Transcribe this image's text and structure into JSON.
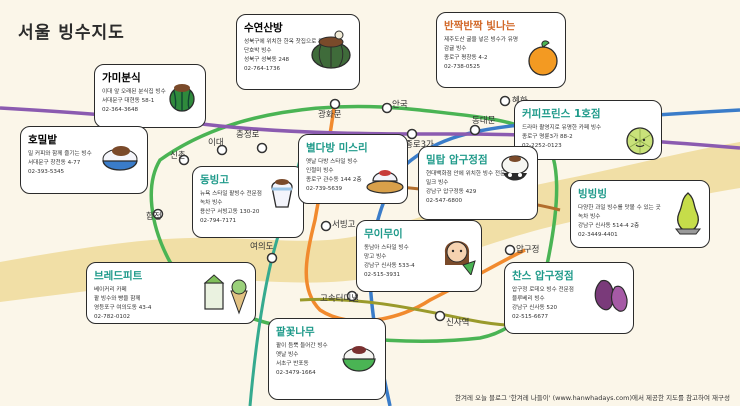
{
  "title": "서울 빙수지도",
  "colors": {
    "river": "#f1dfa6",
    "line_green": "#4ab454",
    "line_orange": "#f18a2e",
    "line_blue": "#3a7cc9",
    "line_purple": "#8b5bb0",
    "line_teal": "#35aa8f",
    "line_brown": "#b26e2c",
    "line_olive": "#9a9a2b",
    "name_teal": "#1f9a8a"
  },
  "stations": {
    "gwanghwamun": "광화문",
    "anguk": "안국",
    "hyehwa": "혜화",
    "dongdaemun": "동대문",
    "jongno3ga": "종로3가",
    "sinchon": "신촌",
    "ewha": "이대",
    "chungjeongno": "충정로",
    "hapjeong": "합정",
    "yeouido": "여의도",
    "seobinggo": "서빙고",
    "apgujeong": "압구정",
    "gosokteomineol": "고속터미널",
    "sinsa": "신사역"
  },
  "shops": [
    {
      "name": "수연산방",
      "lines": [
        "성북구에 위치한 한옥 찻집으로 유명",
        "단호박 빙수",
        "성북구 성북동 248",
        "02-764-1736"
      ],
      "icon": "pumpkin-icon"
    },
    {
      "name": "반짝반짝 빛나는",
      "lines": [
        "제주도산 귤을 넣은 빙수가 유명",
        "감귤 빙수",
        "종로구 평창동 4-2",
        "02-738-0525"
      ],
      "icon": "tangerine-icon"
    },
    {
      "name": "가미분식",
      "lines": [
        "이대 앞 오래된 분식집 빙수",
        "서대문구 대현동 58-1",
        "02-364-3648"
      ],
      "icon": "watermelon-icon"
    },
    {
      "name": "호밀밭",
      "lines": [
        "밀 커피와 함께 즐기는 빙수",
        "서대문구 창천동 4-77",
        "02-393-5345"
      ],
      "icon": "bingsu-bowl-icon"
    },
    {
      "name": "커피프린스 1호점",
      "lines": [
        "드라마 촬영지로 유명한 카페 빙수",
        "종로구 명륜3가 88-2",
        "02-2252-0123"
      ],
      "icon": "melon-icon"
    },
    {
      "name": "동빙고",
      "lines": [
        "뉴욕 스타일 팥빙수 전문점",
        "녹차 빙수",
        "용산구 서빙고동 130-20",
        "02-794-7171"
      ],
      "icon": "shaved-ice-icon"
    },
    {
      "name": "별다방 미스리",
      "lines": [
        "옛날 다방 스타일 빙수",
        "인절미 빙수",
        "종로구 관수동 144 2층",
        "02-739-5639"
      ],
      "icon": "bingsu-plate-icon"
    },
    {
      "name": "밀탑 압구정점",
      "lines": [
        "현대백화점 안에 위치한 빙수 전문점",
        "밀크 빙수",
        "강남구 압구정동 429",
        "02-547-6800"
      ],
      "icon": "milk-bingsu-icon"
    },
    {
      "name": "빙빙빙",
      "lines": [
        "다양한 과일 빙수를 맛볼 수 있는 곳",
        "녹차 빙수",
        "강남구 신사동 514-4 2층",
        "02-3449-4401"
      ],
      "icon": "pear-icon"
    },
    {
      "name": "브레드피트",
      "lines": [
        "베이커리 카페",
        "팥 빙수와 빵을 함께",
        "영등포구 여의도동 43-4",
        "02-782-0102"
      ],
      "icon": "milk-carton-icon"
    },
    {
      "name": "무이무이",
      "lines": [
        "동남아 스타일 빙수",
        "망고 빙수",
        "강남구 신사동 533-4",
        "02-515-3931"
      ],
      "icon": "girl-icon"
    },
    {
      "name": "팥꽃나무",
      "lines": [
        "팥이 듬뿍 들어간 빙수",
        "옛날 빙수",
        "서초구 반포동",
        "02-3479-1664"
      ],
      "icon": "red-bean-bowl-icon"
    },
    {
      "name": "찬스 압구정점",
      "lines": [
        "압구정 로데오 빙수 전문점",
        "블루베리 빙수",
        "강남구 신사동 520",
        "02-515-6677"
      ],
      "icon": "figs-icon"
    }
  ],
  "footer": "한겨레 오늘 블로그 '한겨레 나들이' (www.hanwhadays.com)에서 제공한 지도를 참고하여 재구성"
}
